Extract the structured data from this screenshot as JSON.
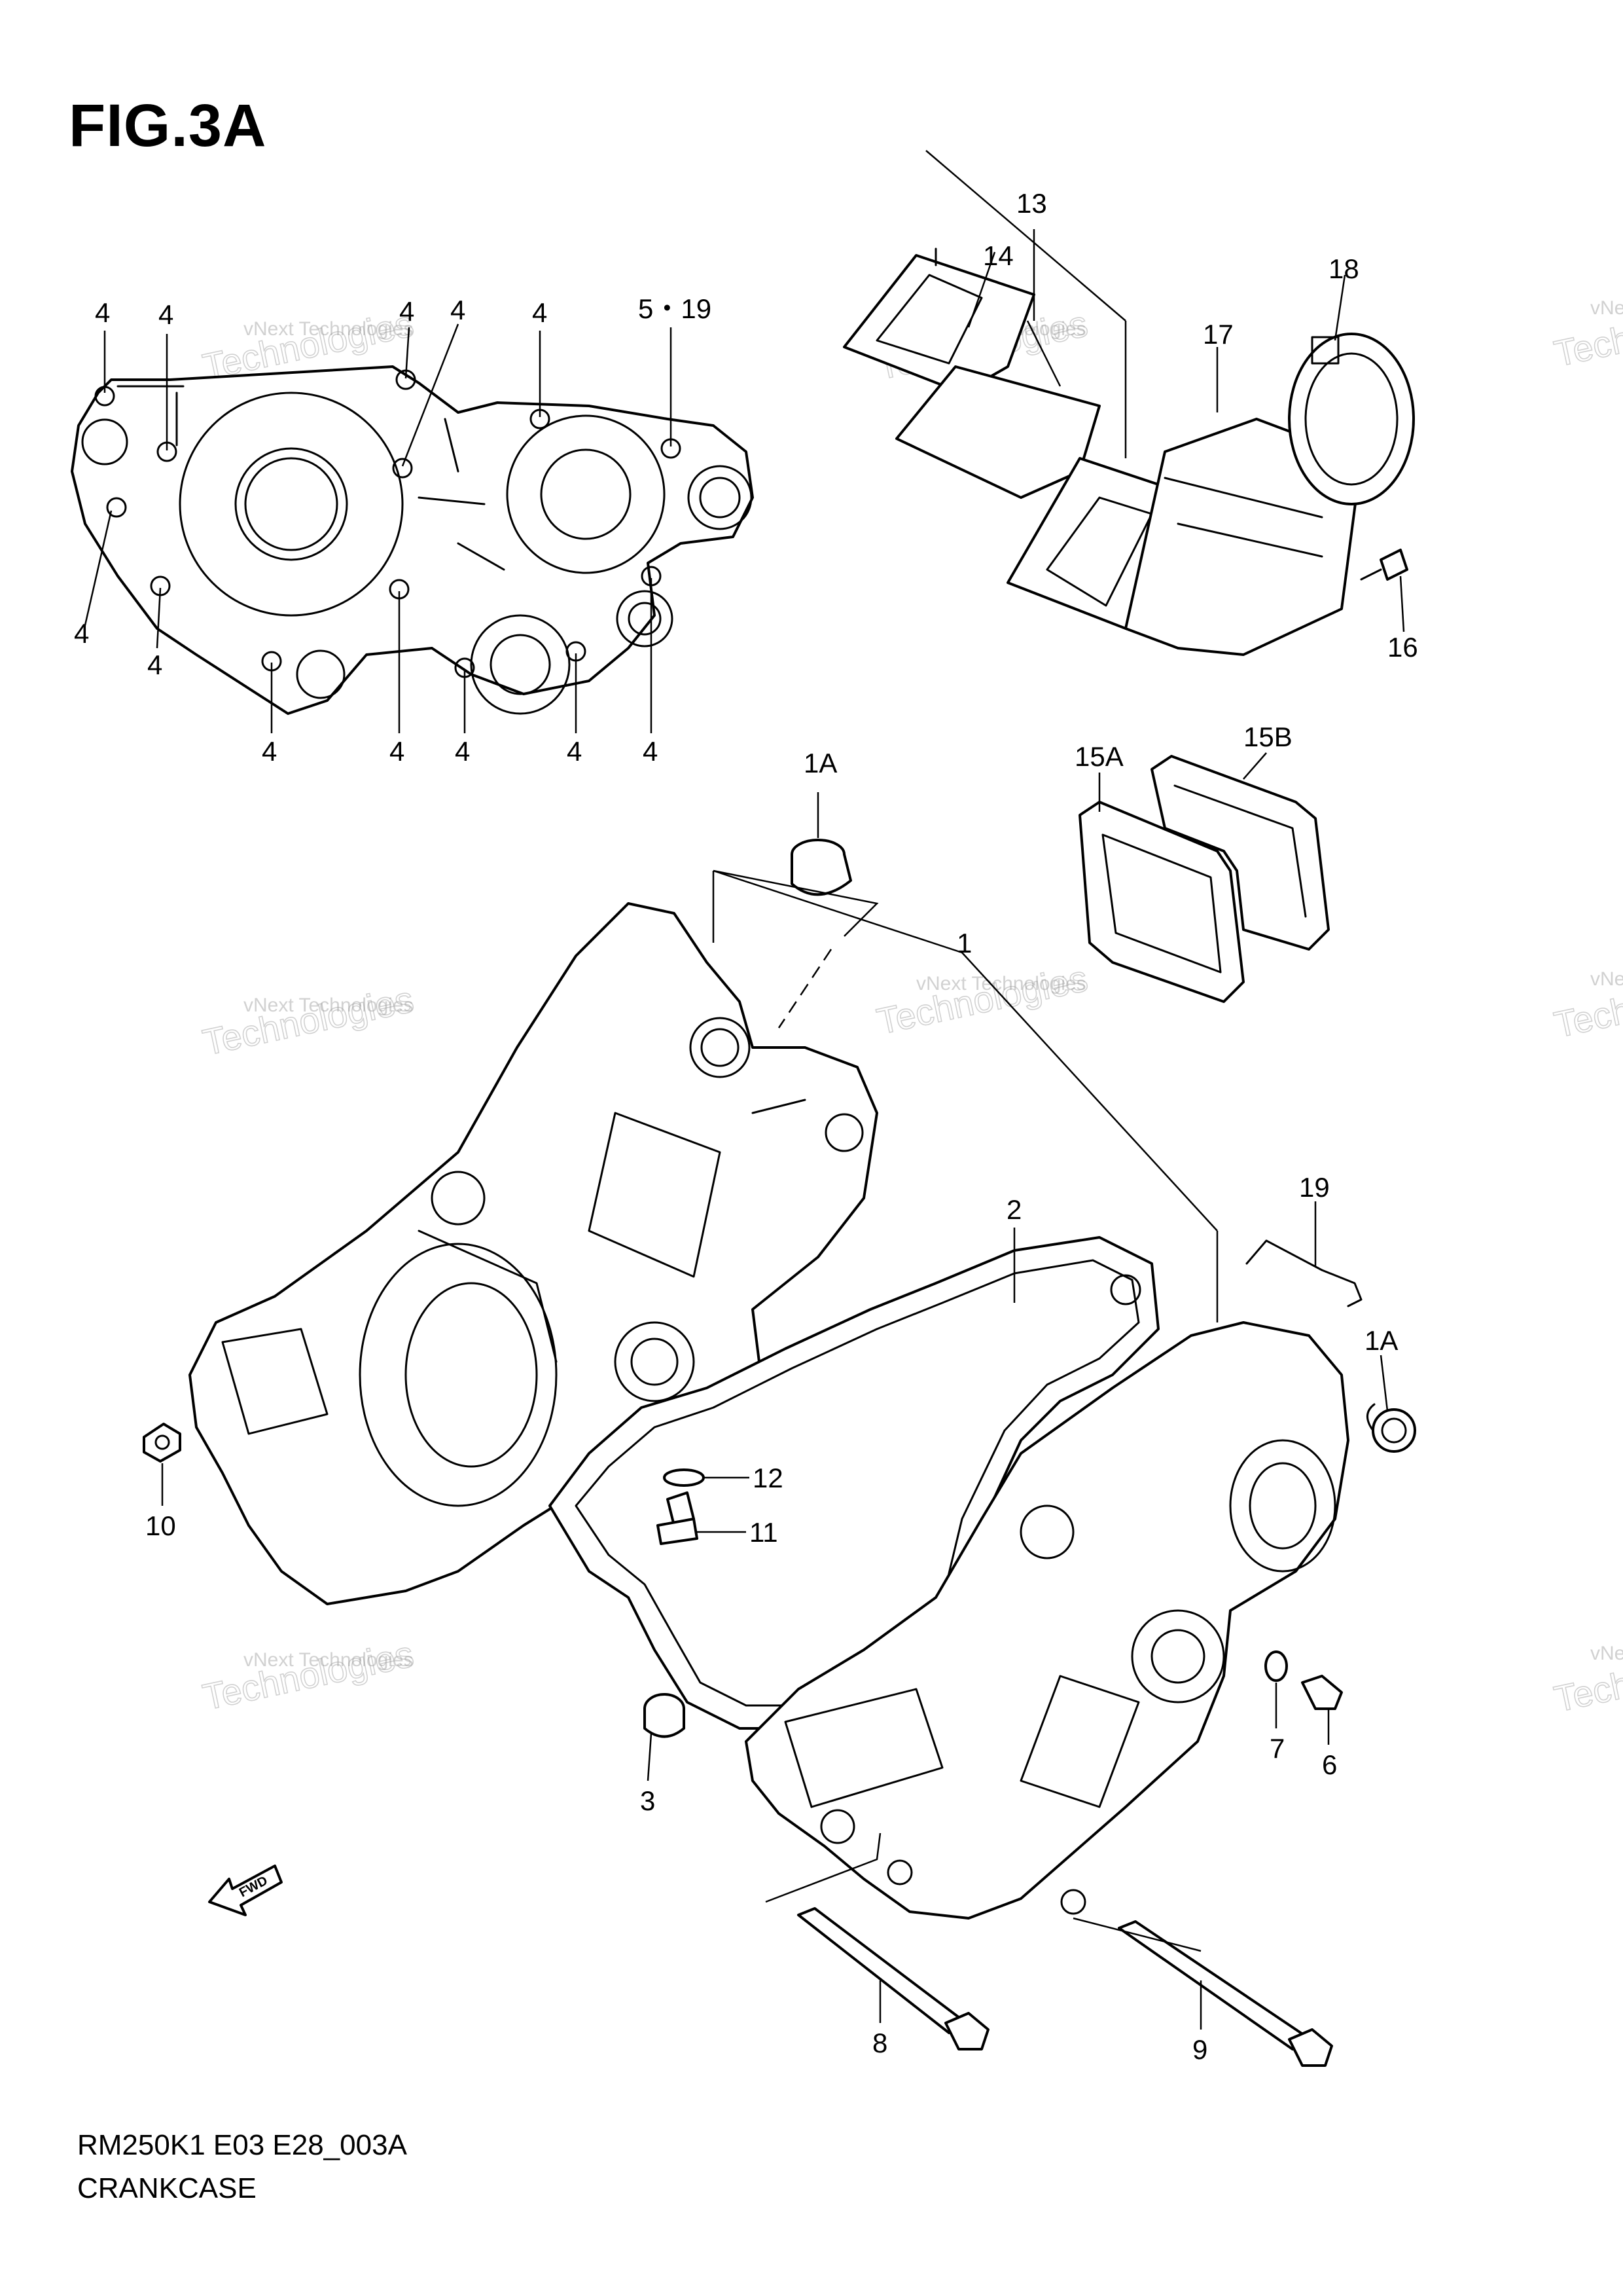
{
  "figure": {
    "title": "FIG.3A",
    "code": "RM250K1 E03 E28_003A",
    "name": "CRANKCASE"
  },
  "watermark": {
    "line1": "vNext Technologies",
    "line2": "Technologies"
  },
  "fwd_label": "FWD",
  "callouts": [
    {
      "id": "c4a",
      "label": "4"
    },
    {
      "id": "c4b",
      "label": "4"
    },
    {
      "id": "c4c",
      "label": "4"
    },
    {
      "id": "c4d",
      "label": "4"
    },
    {
      "id": "c4e",
      "label": "4"
    },
    {
      "id": "c519",
      "label": "5・19"
    },
    {
      "id": "c4f",
      "label": "4"
    },
    {
      "id": "c4g",
      "label": "4"
    },
    {
      "id": "c4h",
      "label": "4"
    },
    {
      "id": "c4i",
      "label": "4"
    },
    {
      "id": "c4j",
      "label": "4"
    },
    {
      "id": "c4k",
      "label": "4"
    },
    {
      "id": "c4l",
      "label": "4"
    },
    {
      "id": "c13",
      "label": "13"
    },
    {
      "id": "c14",
      "label": "14"
    },
    {
      "id": "c18",
      "label": "18"
    },
    {
      "id": "c17",
      "label": "17"
    },
    {
      "id": "c16",
      "label": "16"
    },
    {
      "id": "c1A_top",
      "label": "1A"
    },
    {
      "id": "c15A",
      "label": "15A"
    },
    {
      "id": "c15B",
      "label": "15B"
    },
    {
      "id": "c1",
      "label": "1"
    },
    {
      "id": "c2",
      "label": "2"
    },
    {
      "id": "c19",
      "label": "19"
    },
    {
      "id": "c1A_right",
      "label": "1A"
    },
    {
      "id": "c10",
      "label": "10"
    },
    {
      "id": "c12",
      "label": "12"
    },
    {
      "id": "c11",
      "label": "11"
    },
    {
      "id": "c7",
      "label": "7"
    },
    {
      "id": "c6",
      "label": "6"
    },
    {
      "id": "c3",
      "label": "3"
    },
    {
      "id": "c8",
      "label": "8"
    },
    {
      "id": "c9",
      "label": "9"
    }
  ]
}
